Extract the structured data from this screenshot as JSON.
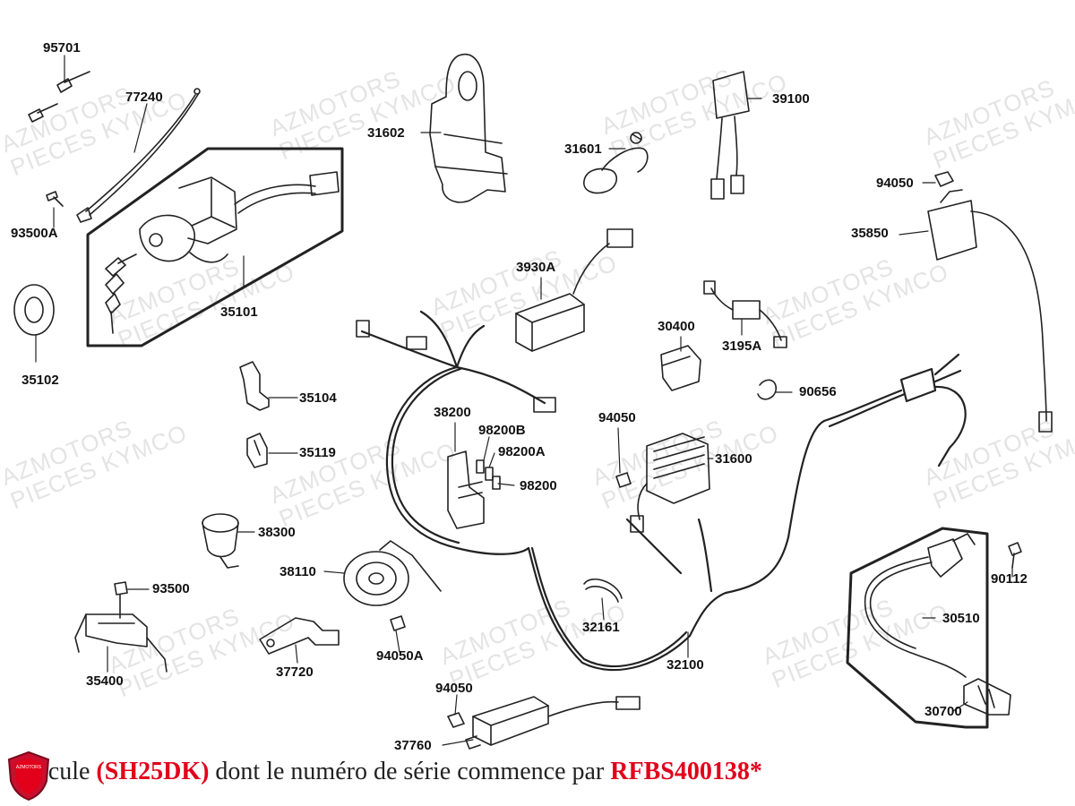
{
  "watermark": {
    "line1": "AZMOTORS",
    "line2": "PIECES KYMCO"
  },
  "logo_text": "AZMOTORS",
  "parts": [
    {
      "ref": "95701"
    },
    {
      "ref": "77240"
    },
    {
      "ref": "93500A"
    },
    {
      "ref": "35101"
    },
    {
      "ref": "35102"
    },
    {
      "ref": "31602"
    },
    {
      "ref": "31601"
    },
    {
      "ref": "39100"
    },
    {
      "ref": "94050"
    },
    {
      "ref": "35850"
    },
    {
      "ref": "3930A"
    },
    {
      "ref": "30400"
    },
    {
      "ref": "3195A"
    },
    {
      "ref": "90656"
    },
    {
      "ref": "35104"
    },
    {
      "ref": "35119"
    },
    {
      "ref": "38200"
    },
    {
      "ref": "98200B"
    },
    {
      "ref": "98200A"
    },
    {
      "ref": "98200"
    },
    {
      "ref": "94050"
    },
    {
      "ref": "31600"
    },
    {
      "ref": "38300"
    },
    {
      "ref": "38110"
    },
    {
      "ref": "93500"
    },
    {
      "ref": "35400"
    },
    {
      "ref": "37720"
    },
    {
      "ref": "94050A"
    },
    {
      "ref": "32161"
    },
    {
      "ref": "32100"
    },
    {
      "ref": "90112"
    },
    {
      "ref": "30510"
    },
    {
      "ref": "30700"
    },
    {
      "ref": "94050"
    },
    {
      "ref": "37760"
    }
  ],
  "caption": {
    "prefix": "hicule ",
    "model": "(SH25DK)",
    "middle": " dont le numéro de série commence par ",
    "serial": "RFBS400138*"
  },
  "colors": {
    "accent_red": "#e2001a",
    "line": "#222222",
    "watermark": "#e4e4e4"
  }
}
